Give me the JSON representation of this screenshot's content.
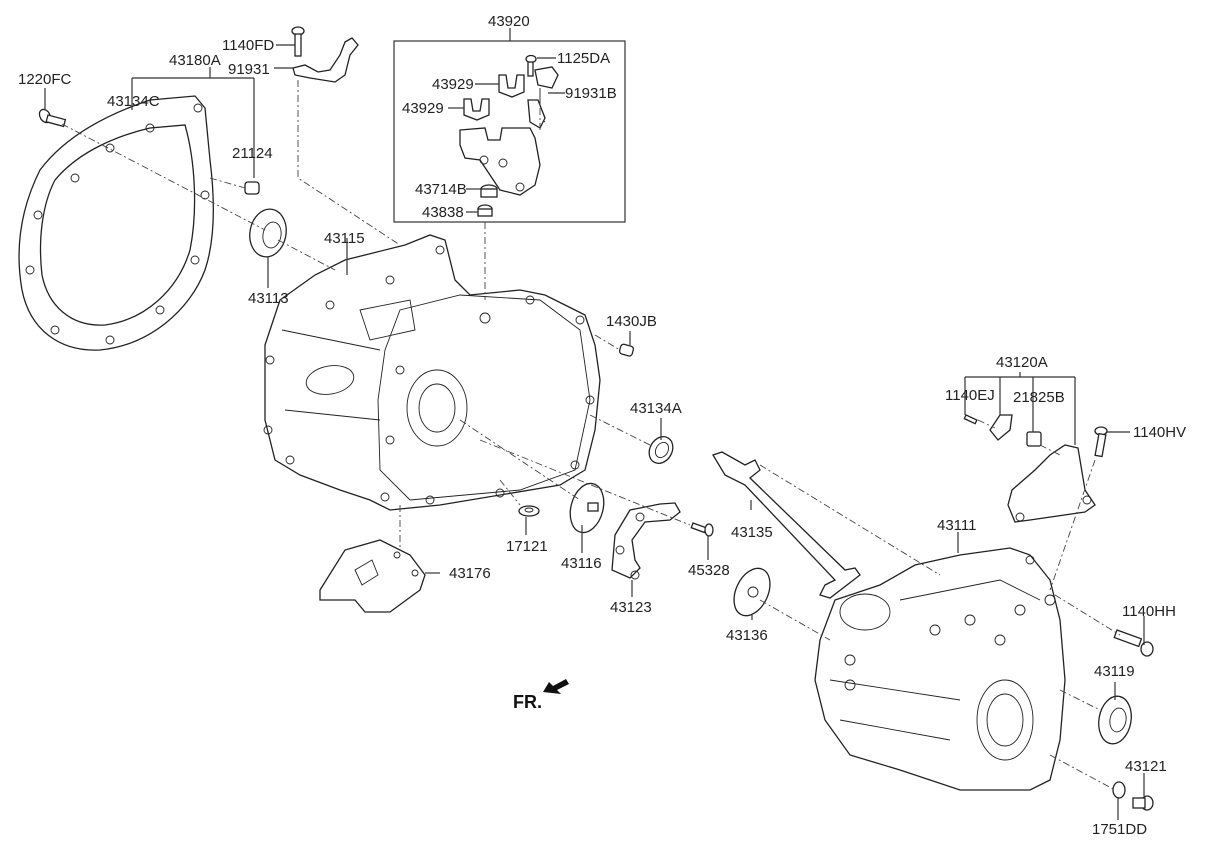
{
  "diagram": {
    "title": "Transaxle Case Exploded Parts Diagram",
    "direction_marker": "FR.",
    "labels": {
      "p1220FC": "1220FC",
      "p43180A": "43180A",
      "p43134C": "43134C",
      "p21124": "21124",
      "p1140FD": "1140FD",
      "p91931": "91931",
      "p43920": "43920",
      "p1125DA": "1125DA",
      "p43929a": "43929",
      "p43929b": "43929",
      "p91931B": "91931B",
      "p43714B": "43714B",
      "p43838": "43838",
      "p43115": "43115",
      "p43113": "43113",
      "p1430JB": "1430JB",
      "p43134A": "43134A",
      "p43120A": "43120A",
      "p1140EJ": "1140EJ",
      "p21825B": "21825B",
      "p1140HV": "1140HV",
      "p43135": "43135",
      "p43111": "43111",
      "p17121": "17121",
      "p43116": "43116",
      "p45328": "45328",
      "p43176": "43176",
      "p43123": "43123",
      "p43136": "43136",
      "p1140HH": "1140HH",
      "p43119": "43119",
      "p43121": "43121",
      "p1751DD": "1751DD"
    }
  }
}
